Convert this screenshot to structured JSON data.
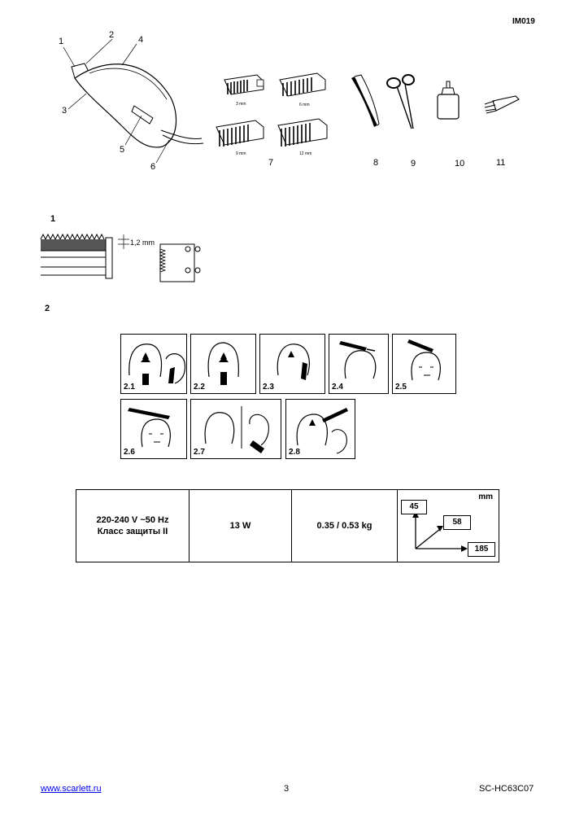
{
  "doc_code": "IM019",
  "parts": {
    "labels": [
      "1",
      "2",
      "3",
      "4",
      "5",
      "6",
      "7",
      "8",
      "9",
      "10",
      "11"
    ],
    "comb_sizes": [
      "3 mm",
      "6 mm",
      "9 mm",
      "12 mm"
    ]
  },
  "section1": {
    "heading": "1",
    "blade_gap": "1,2  mm"
  },
  "section2": {
    "heading": "2",
    "steps": [
      "2.1",
      "2.2",
      "2.3",
      "2.4",
      "2.5",
      "2.6",
      "2.7",
      "2.8"
    ]
  },
  "specs": {
    "voltage": "220-240 V ~50 Hz",
    "protection_class": "Класс защиты II",
    "power": "13 W",
    "weight": "0.35 / 0.53 kg",
    "dim_unit": "mm",
    "dim_height": "45",
    "dim_width": "58",
    "dim_length": "185"
  },
  "footer": {
    "website": "www.scarlett.ru",
    "page": "3",
    "model": "SC-HC63C07"
  }
}
